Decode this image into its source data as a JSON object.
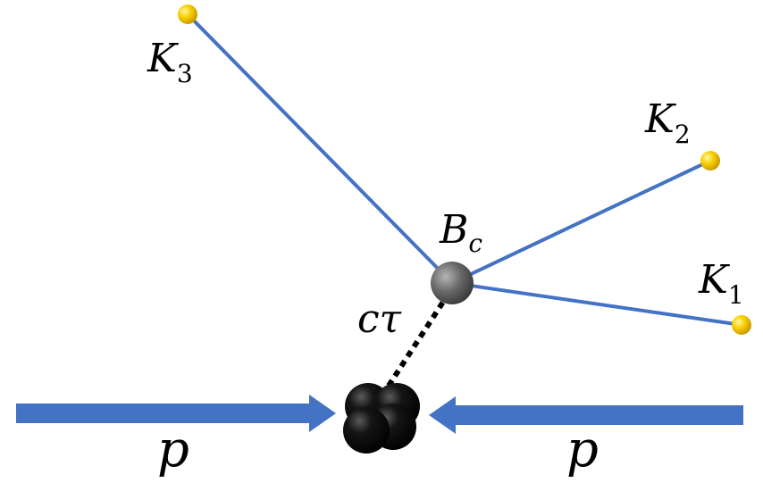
{
  "labels": {
    "k3": {
      "main": "K",
      "sub": "3"
    },
    "k2": {
      "main": "K",
      "sub": "2"
    },
    "k1": {
      "main": "K",
      "sub": "1"
    },
    "bc": {
      "main": "B",
      "sub": "c"
    },
    "ctau": "cτ",
    "p_left": "p",
    "p_right": "p"
  },
  "colors": {
    "track": "#4472c4",
    "beam": "#4472c4",
    "kaon": "#f5c400",
    "bc_vertex": "#5a5a5a",
    "collision": "#000000",
    "flight_path": "#000000"
  }
}
